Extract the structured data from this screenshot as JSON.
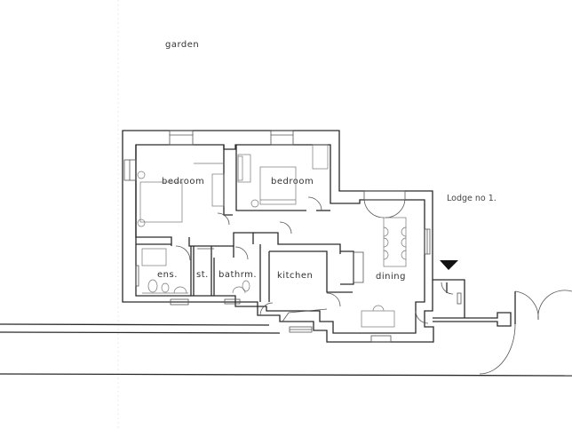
{
  "plan": {
    "title": "Lodge no 1.",
    "labels": {
      "garden": "garden",
      "bedroom1": "bedroom",
      "bedroom2": "bedroom",
      "ensuite": "ens.",
      "store": "st.",
      "bathroom": "bathrm.",
      "kitchen": "kitchen",
      "dining": "dining"
    },
    "entrance_marker": "entrance-arrow"
  }
}
